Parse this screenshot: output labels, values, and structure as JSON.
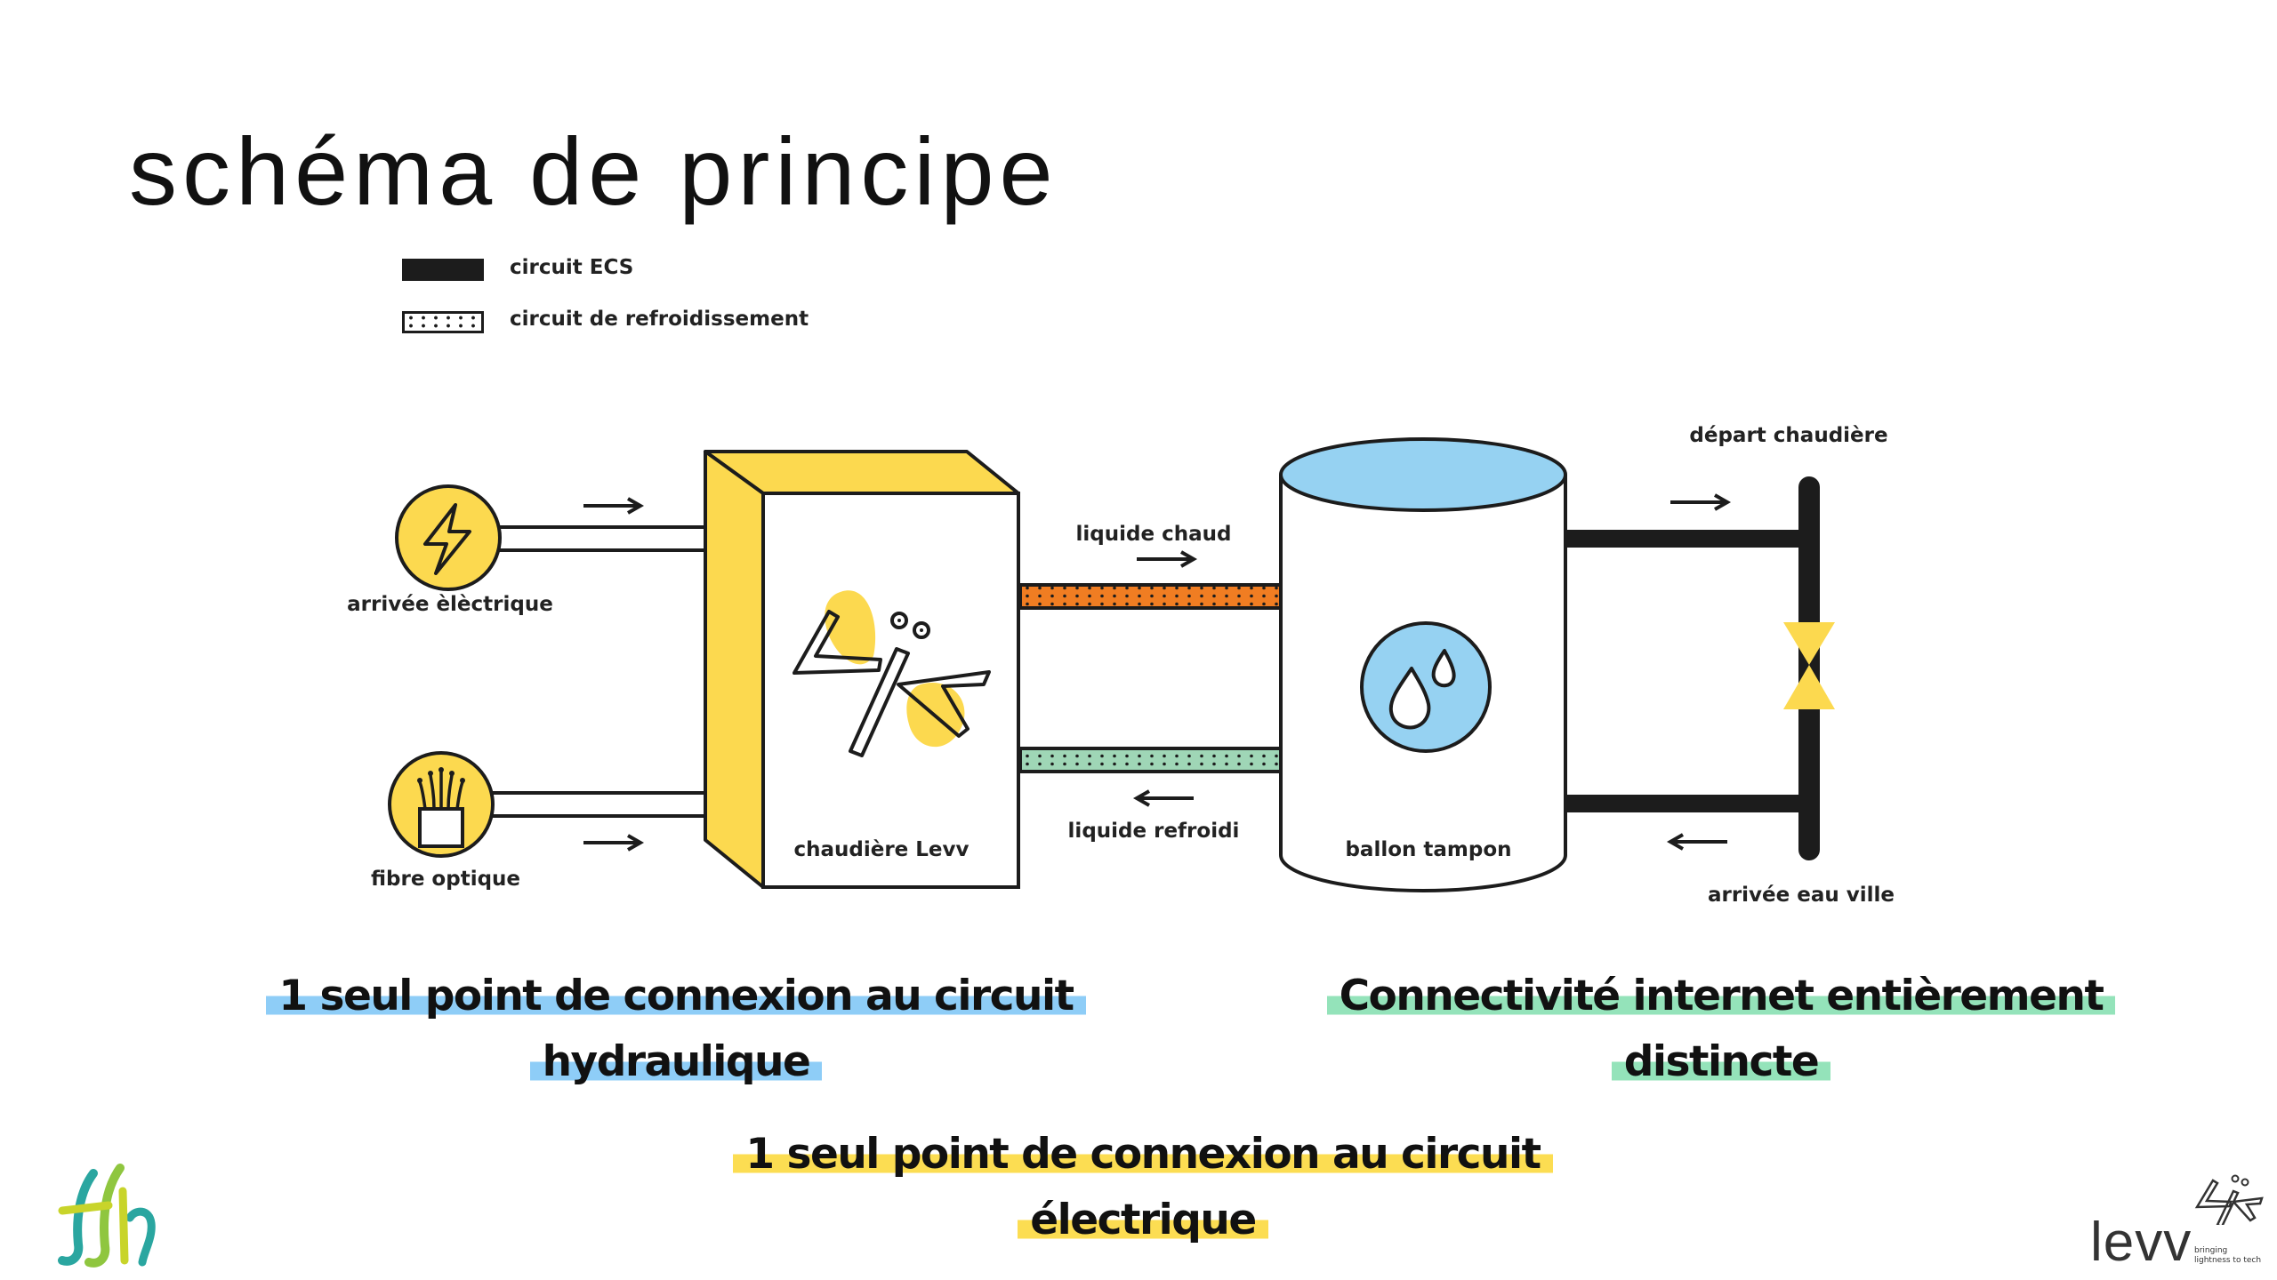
{
  "title": "schéma de principe",
  "legend": {
    "ecs": "circuit ECS",
    "cooling": "circuit de refroidissement"
  },
  "diagram": {
    "electric_in": "arrivée èlèctrique",
    "fiber": "fibre optique",
    "boiler": "chaudière Levv",
    "hot_liquid": "liquide chaud",
    "cooled_liquid": "liquide refroidi",
    "buffer_tank": "ballon tampon",
    "boiler_out": "départ chaudière",
    "city_water_in": "arrivée eau ville"
  },
  "highlights": {
    "hydraulic": "1 seul point de connexion au circuit hydraulique",
    "internet": "Connectivité internet entièrement distincte",
    "electric": "1 seul point de connexion au circuit électrique"
  },
  "logos": {
    "levv": "levv",
    "levv_tagline": "bringing lightness to tech"
  },
  "colors": {
    "yellow": "#fcd94f",
    "orange": "#f07d22",
    "green": "#9fd6b6",
    "water_blue": "#96d2f2",
    "highlight_blue": "#8ecdf7",
    "highlight_green": "#94e3ba",
    "highlight_yellow": "#fcdd52"
  }
}
